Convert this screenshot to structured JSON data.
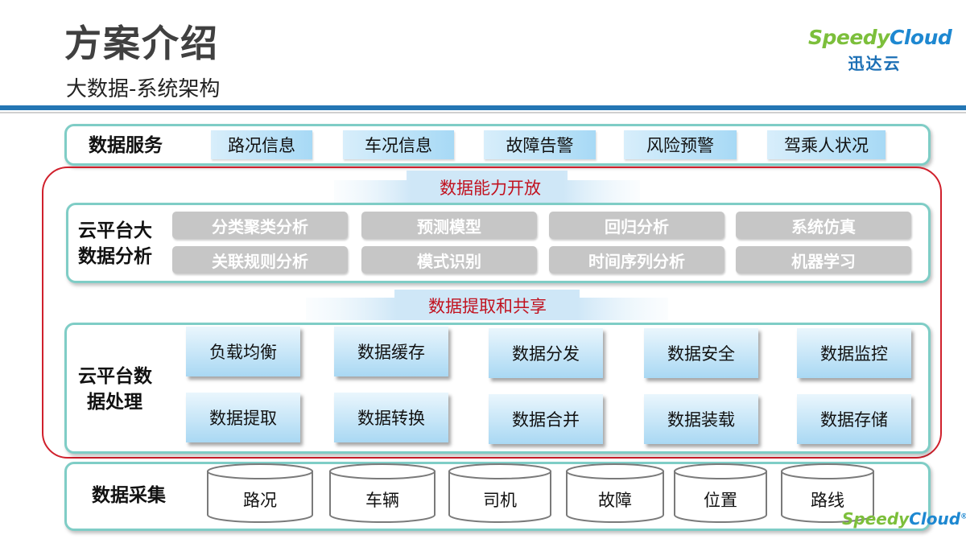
{
  "header": {
    "title": "方案介绍",
    "subtitle": "大数据-系统架构",
    "logo_en_a": "Speedy",
    "logo_en_b": "Cloud",
    "logo_cn": "迅达云"
  },
  "data_service": {
    "label": "数据服务",
    "items": [
      "路况信息",
      "车况信息",
      "故障告警",
      "风险预警",
      "驾乘人状况"
    ]
  },
  "band_top": {
    "label": "数据能力开放"
  },
  "analysis": {
    "label_line1": "云平台大",
    "label_line2": "数据分析",
    "row1": [
      "分类聚类分析",
      "预测模型",
      "回归分析",
      "系统仿真"
    ],
    "row2": [
      "关联规则分析",
      "模式识别",
      "时间序列分析",
      "机器学习"
    ]
  },
  "band_mid": {
    "label": "数据提取和共享"
  },
  "processing": {
    "label_line1": "云平台数",
    "label_line2": "据处理",
    "row1": [
      "负载均衡",
      "数据缓存",
      "数据分发",
      "数据安全",
      "数据监控"
    ],
    "row2": [
      "数据提取",
      "数据转换",
      "数据合并",
      "数据装载",
      "数据存储"
    ]
  },
  "collection": {
    "label": "数据采集",
    "items": [
      "路况",
      "车辆",
      "司机",
      "故障",
      "位置",
      "路线"
    ]
  },
  "footer_logo": {
    "a": "Speedy",
    "b": "Cloud",
    "mark": "®"
  },
  "colors": {
    "accent_blue": "#2476b4",
    "panel_border": "#7fcdc6",
    "frame_red": "#d0202c",
    "band_text_red": "#c1121f"
  }
}
